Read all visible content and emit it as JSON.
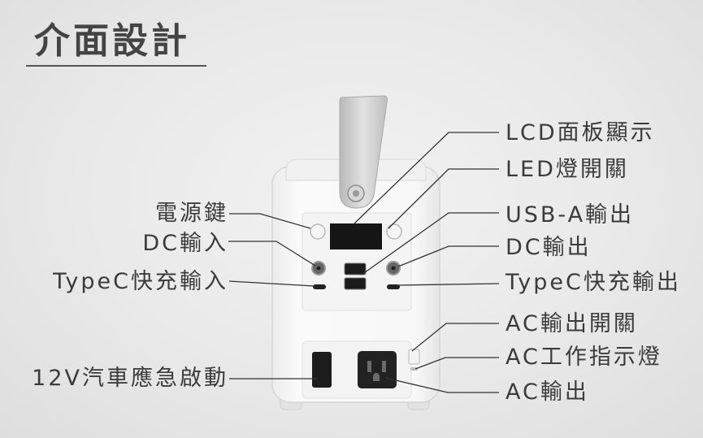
{
  "page": {
    "title": "介面設計"
  },
  "labels": {
    "lcd_panel": "LCD面板顯示",
    "led_light_switch": "LED燈開關",
    "usb_a_output": "USB-A輸出",
    "dc_output": "DC輸出",
    "typec_fast_output": "TypeC快充輸出",
    "ac_output_switch": "AC輸出開關",
    "ac_indicator": "AC工作指示燈",
    "ac_output": "AC輸出",
    "power_button": "電源鍵",
    "dc_input": "DC輸入",
    "typec_fast_input": "TypeC快充輸入",
    "car_jump_start": "12V汽車應急啟動"
  },
  "colors": {
    "background": "#e9e9e9",
    "device_body": "#f7f7f7",
    "handle": "#c9c9c9",
    "leader_line": "#333333",
    "text": "#3b3b3b"
  }
}
